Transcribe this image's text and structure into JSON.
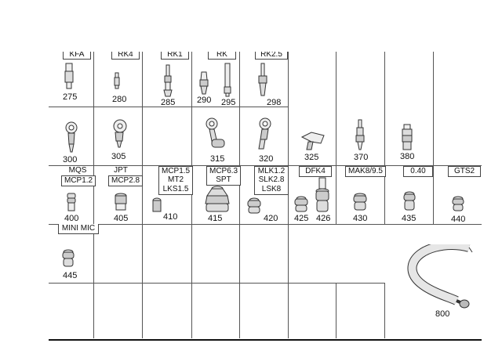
{
  "row1": {
    "labels": [
      "KFA",
      "RK4",
      "RK1",
      "RK",
      "RK2.5"
    ],
    "numbers": [
      "275",
      "280",
      "285",
      "290",
      "295",
      "298"
    ]
  },
  "row2": {
    "numbers": [
      "300",
      "305",
      "315",
      "320",
      "325",
      "370",
      "380"
    ]
  },
  "row3": {
    "labels": [
      "MQS",
      "MCP1.2",
      "JPT",
      "MCP2.8",
      "MCP1.5",
      "MT2",
      "LKS1.5",
      "MCP6.3",
      "SPT",
      "MLK1.2",
      "SLK2.8",
      "LSK8",
      "DFK4",
      "MAK8/9.5",
      "0.40",
      "GTS2"
    ],
    "numbers": [
      "400",
      "405",
      "410",
      "415",
      "420",
      "425",
      "426",
      "430",
      "435",
      "440"
    ]
  },
  "row4": {
    "labels": [
      "MINI MIC"
    ],
    "numbers": [
      "445",
      "800"
    ]
  },
  "icons": [
    "contact-pin-icon",
    "ring-terminal-icon",
    "seal-icon",
    "cable-icon"
  ]
}
